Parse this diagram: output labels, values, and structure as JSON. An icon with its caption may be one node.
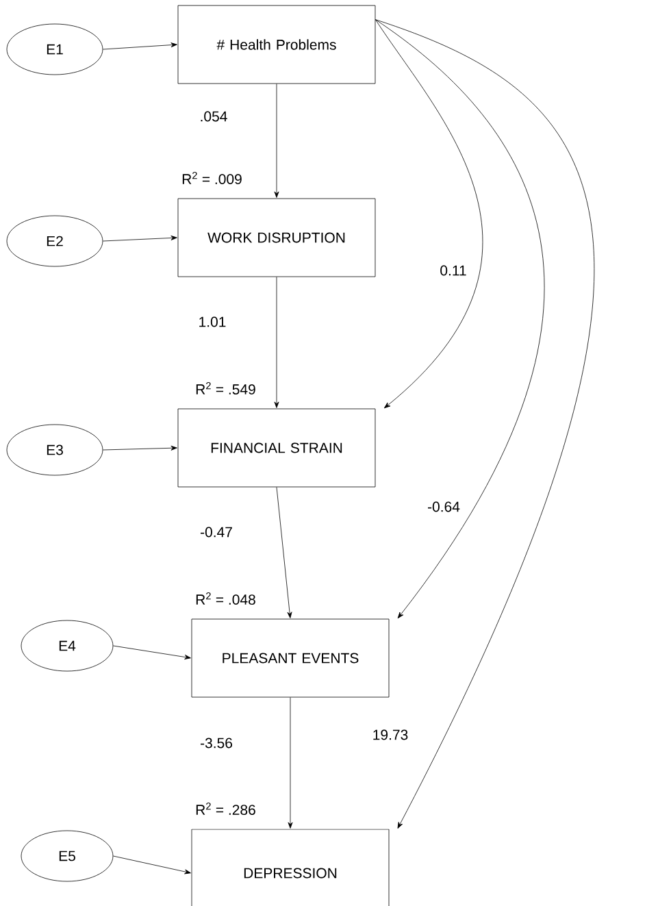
{
  "diagram": {
    "nodes": [
      {
        "text": [
          "E1"
        ]
      },
      {
        "text": [
          "# Health Problems"
        ]
      },
      {
        "text": [
          "E2"
        ]
      },
      {
        "text": [
          "WORK DISRUPTION"
        ],
        "beside": [
          "R$^{2}$ = .009"
        ]
      },
      {
        "text": [
          "E3"
        ]
      },
      {
        "text": [
          "FINANCIAL STRAIN"
        ],
        "beside": [
          "R$^{2}$ = .549"
        ]
      },
      {
        "text": [
          "E4"
        ]
      },
      {
        "text": [
          "PLEASANT EVENTS"
        ],
        "beside": [
          "R$^{2}$ = .048"
        ]
      },
      {
        "text": [
          "E5"
        ]
      },
      {
        "text": [
          "DEPRESSION"
        ],
        "beside": [
          "R$^{2}$ = .286"
        ]
      }
    ],
    "edges": [
      {
        "from": 0,
        "to": 1,
        "arrow": "to"
      },
      {
        "from": 2,
        "to": 3,
        "arrow": "to"
      },
      {
        "from": 4,
        "to": 5,
        "arrow": "to"
      },
      {
        "from": 6,
        "to": 7,
        "arrow": "to"
      },
      {
        "from": 8,
        "to": 9,
        "arrow": "to"
      },
      {
        "from": 1,
        "to": 3,
        "arrow": "to",
        "label": ".054"
      },
      {
        "from": 3,
        "to": 5,
        "arrow": "to",
        "label": "1.01"
      },
      {
        "from": 5,
        "to": 7,
        "arrow": "to",
        "label": "-0.47"
      },
      {
        "from": 7,
        "to": 9,
        "arrow": "to",
        "label": "-3.56"
      },
      {
        "from": 1,
        "to": 5,
        "arrow": "to",
        "label": "0.11"
      },
      {
        "from": 1,
        "to": 7,
        "arrow": "to",
        "label": "-0.64"
      },
      {
        "from": 1,
        "to": 9,
        "arrow": "to",
        "label": "19.73"
      }
    ]
  }
}
